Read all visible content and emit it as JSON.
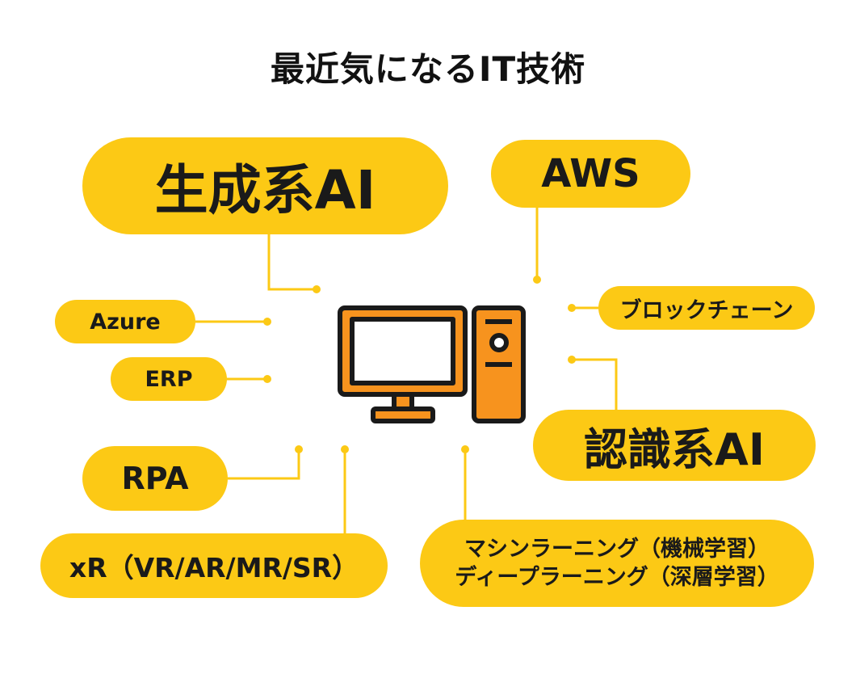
{
  "title": "最近気になるIT技術",
  "colors": {
    "pill": "#fcc915",
    "line": "#fcc915",
    "computer_fill": "#f7931e",
    "computer_outline": "#1a1a1a",
    "screen": "#ffffff"
  },
  "icon": "desktop-computer-icon",
  "nodes": {
    "generative_ai": "生成系AI",
    "aws": "AWS",
    "azure": "Azure",
    "erp": "ERP",
    "blockchain": "ブロックチェーン",
    "recognition_ai": "認識系AI",
    "rpa": "RPA",
    "xr": "xR（VR/AR/MR/SR）",
    "ml_line1": "マシンラーニング（機械学習）",
    "ml_line2": "ディープラーニング（深層学習）"
  }
}
